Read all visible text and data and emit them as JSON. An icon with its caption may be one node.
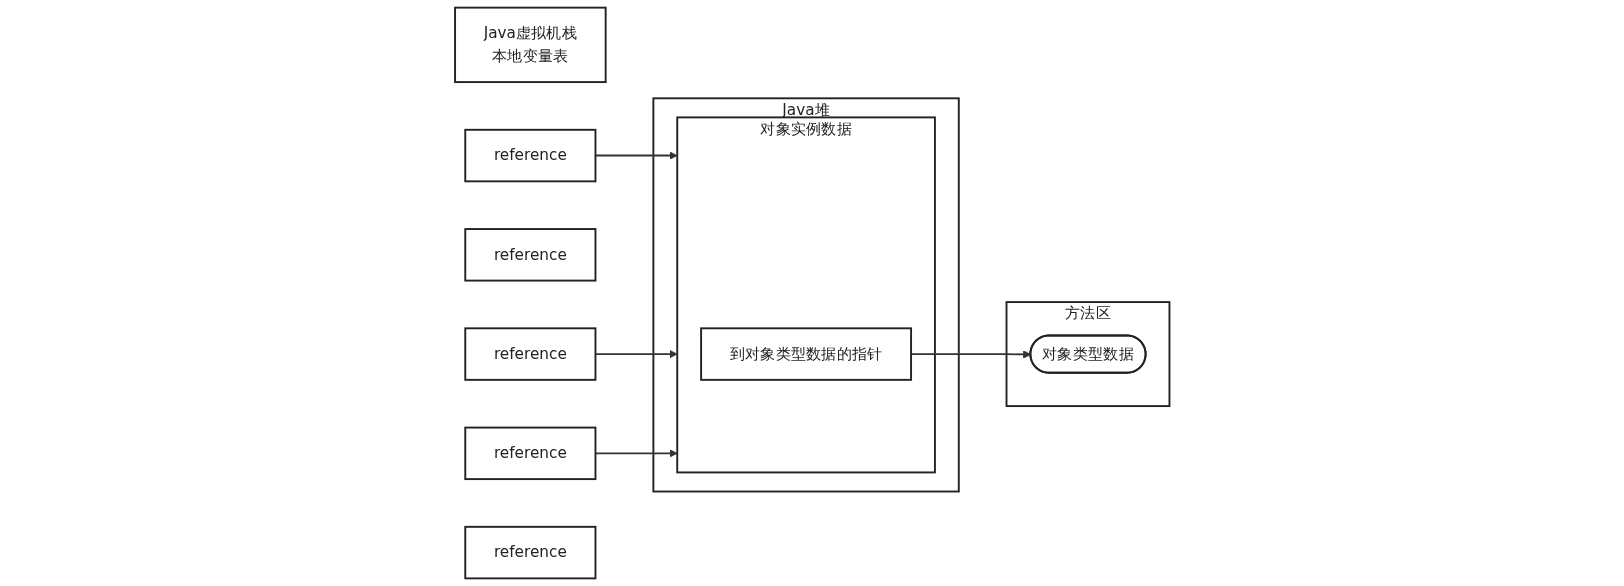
{
  "diagram": {
    "nodes": [
      {
        "text": [
          "Java虚拟机栈",
          "本地变量表"
        ]
      },
      {
        "text": [
          "reference"
        ]
      },
      {
        "text": [
          "reference"
        ]
      },
      {
        "text": [
          "reference"
        ]
      },
      {
        "text": [
          "reference"
        ]
      },
      {
        "text": [
          "reference"
        ]
      },
      {
        "text": [
          "Java堆"
        ]
      },
      {
        "text": [
          "对象实例数据"
        ],
        "in": 6
      },
      {
        "text": [
          "到对象类型数据的指针"
        ],
        "in": 7
      },
      {
        "text": [
          "方法区"
        ]
      },
      {
        "text": [
          "对象类型数据"
        ],
        "in": 9
      }
    ],
    "edges": [
      {
        "from": 1,
        "to": 7,
        "arrow": "to"
      },
      {
        "from": 3,
        "to": 7,
        "arrow": "to"
      },
      {
        "from": 4,
        "to": 7,
        "arrow": "to"
      },
      {
        "from": 8,
        "to": 10,
        "arrow": "to"
      }
    ]
  }
}
